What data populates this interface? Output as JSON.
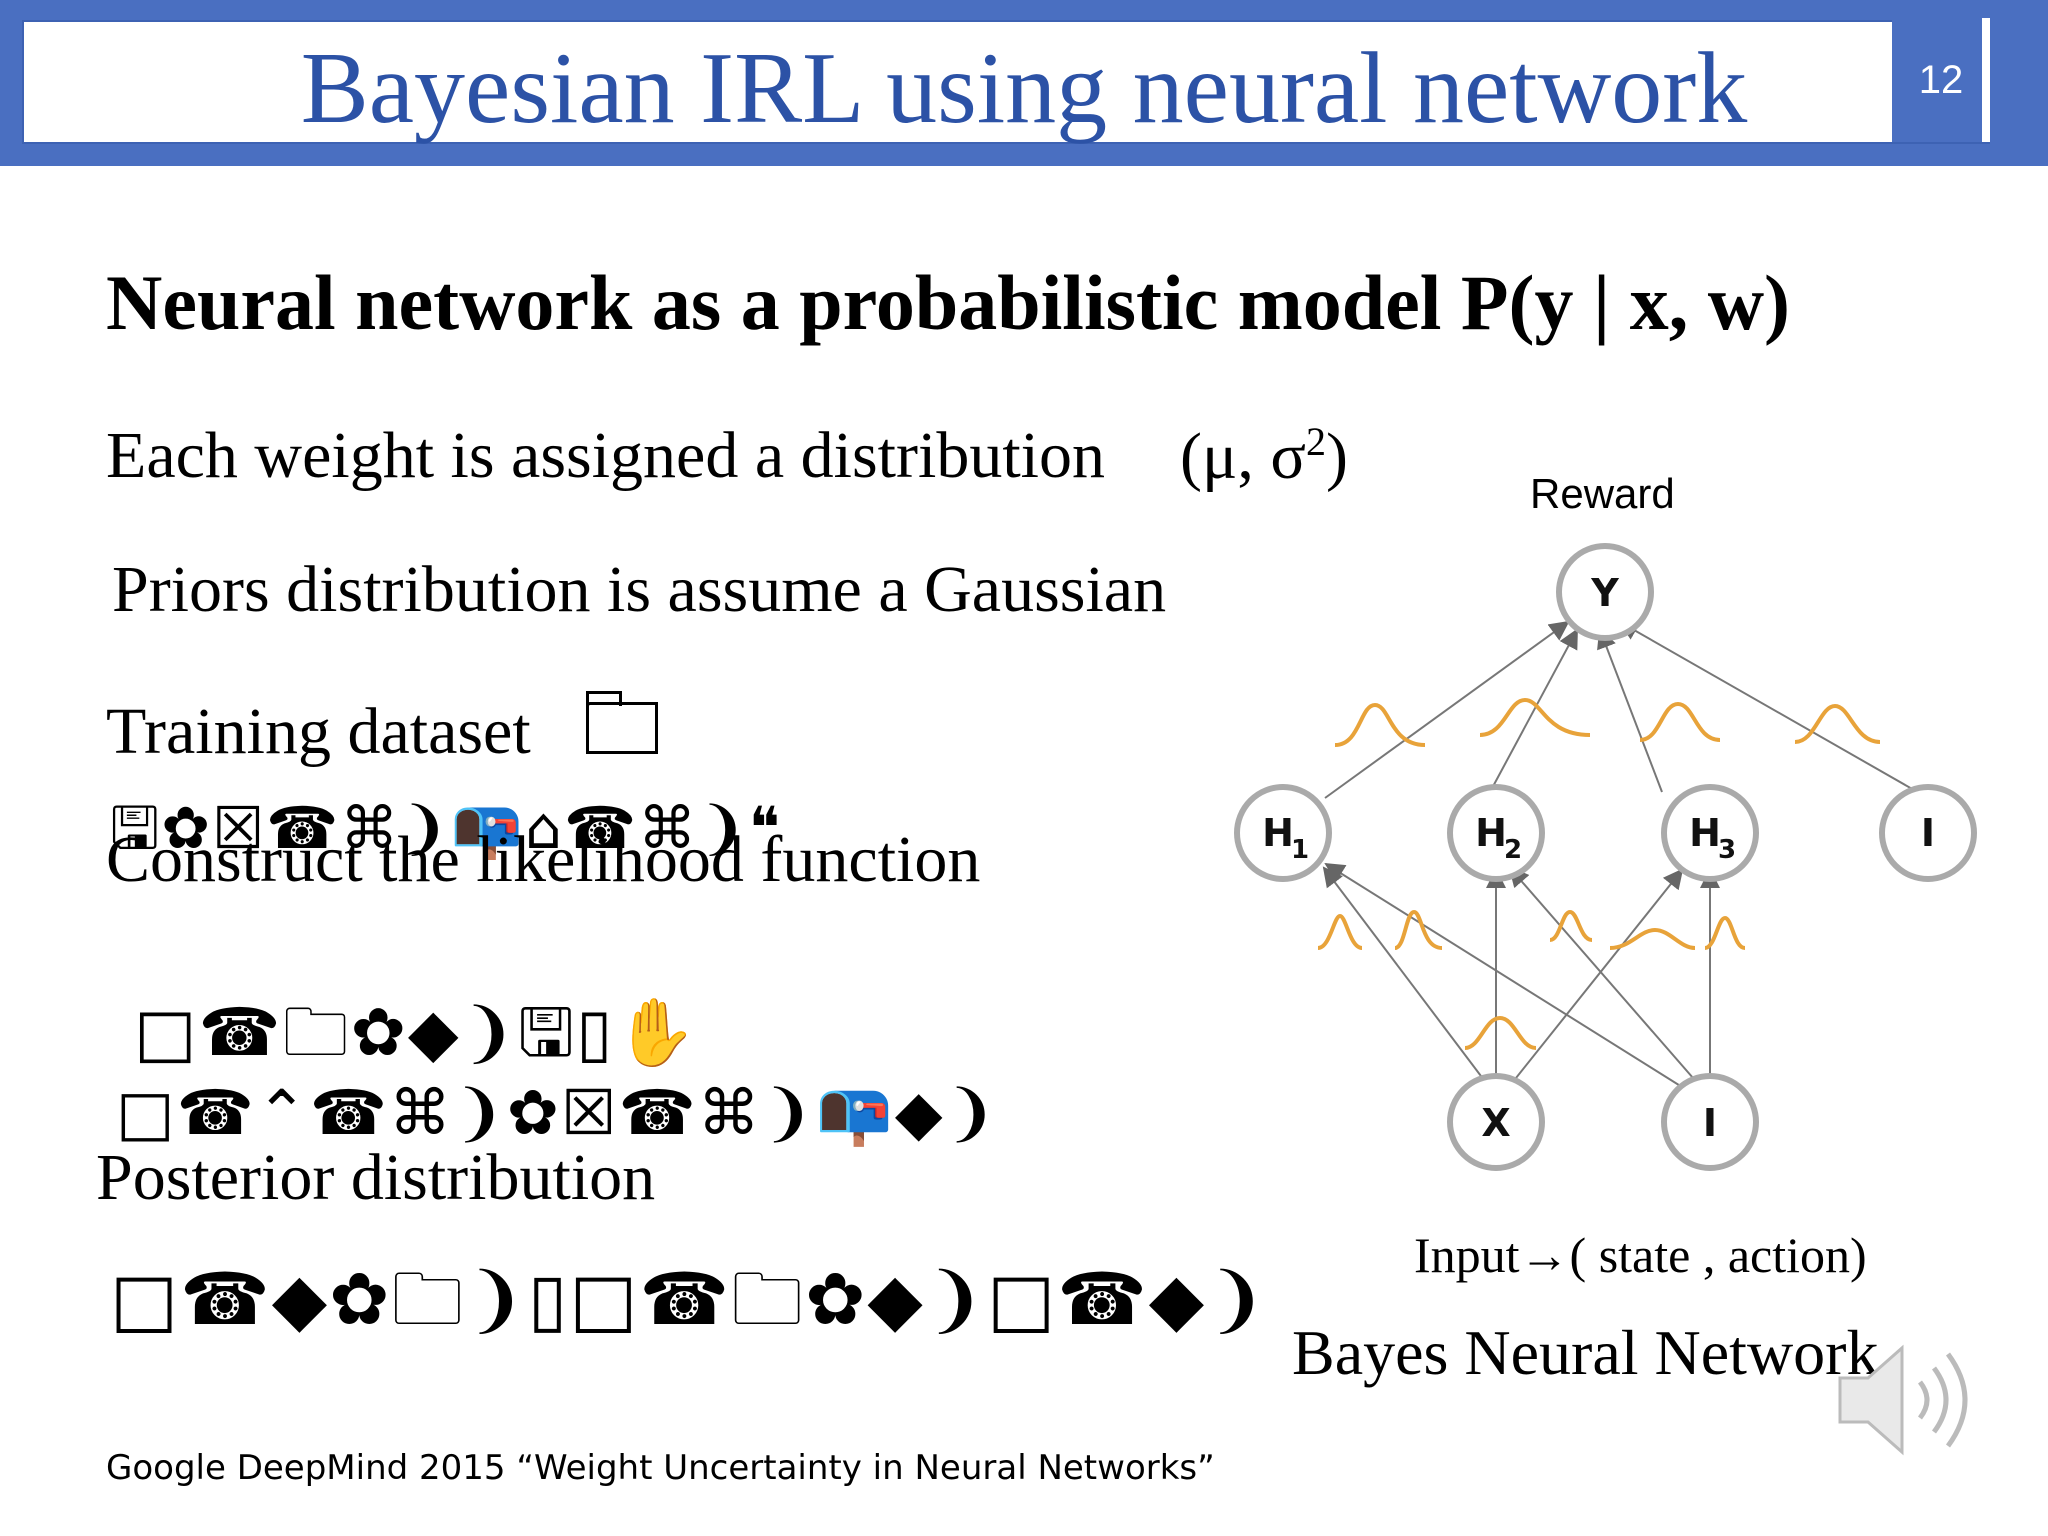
{
  "slide": {
    "title": "Bayesian IRL using neural network",
    "number": "12"
  },
  "content": {
    "subtitle": "Neural network as a probabilistic model P(y | x, w)",
    "line1": "Each weight is assigned a distribution",
    "line1_math": "(μ, σ²)",
    "line2": "Priors distribution is assume a Gaussian",
    "line3": "Training dataset",
    "glyph_row1": "🖫✿☒☎⌘❩📭⌂☎⌘❩❝",
    "line4": "Construct the likelihood function",
    "glyph_row2": "□☎🗀✿◆❩🖫▯✋",
    "glyph_row3": "□☎⌃☎⌘❩✿☒☎⌘❩📭◆❩",
    "line5": "Posterior distribution",
    "glyph_row4": "□☎◆✿🗀❩▯□☎🗀✿◆❩□☎◆❩"
  },
  "diagram": {
    "top_label": "Reward",
    "nodes": {
      "y": "Y",
      "h1": "H",
      "h1_sub": "1",
      "h2": "H",
      "h2_sub": "2",
      "h3": "H",
      "h3_sub": "3",
      "bias_hidden": "I",
      "x": "X",
      "bias_input": "I"
    },
    "input_label": "Input→( state , action)",
    "caption": "Bayes Neural Network"
  },
  "footer": {
    "citation": "Google DeepMind 2015 “Weight Uncertainty in Neural Networks”"
  },
  "colors": {
    "title_bar": "#4a6fc1",
    "title_text": "#2c52a6",
    "gaussian": "#e8a33a"
  }
}
